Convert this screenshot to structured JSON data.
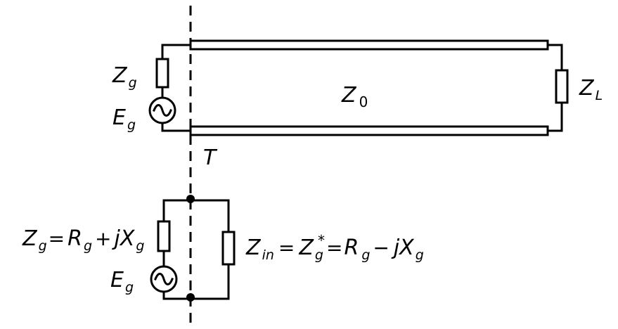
{
  "top_circuit": {
    "gen_impedance": {
      "symbol": "Z",
      "sub": "g"
    },
    "gen_source": {
      "symbol": "E",
      "sub": "g"
    },
    "line_impedance": {
      "symbol": "Z",
      "sub": "0"
    },
    "load_impedance": {
      "symbol": "Z",
      "sub": "L"
    },
    "terminal": "T"
  },
  "bottom_circuit": {
    "gen_impedance_eq": {
      "z": "Z",
      "z_sub": "g",
      "eq": "=",
      "r": "R",
      "r_sub": "g",
      "plus": "+",
      "jx": "jX",
      "x_sub": "g"
    },
    "gen_source": {
      "symbol": "E",
      "sub": "g"
    },
    "input_impedance_eq": {
      "z": "Z",
      "z_sub": "in",
      "eq1": "=",
      "zg": "Z",
      "zg_sub": "g",
      "conj": "*",
      "eq2": "=",
      "r": "R",
      "r_sub": "g",
      "minus": "−",
      "jx": "jX",
      "x_sub": "g"
    }
  }
}
